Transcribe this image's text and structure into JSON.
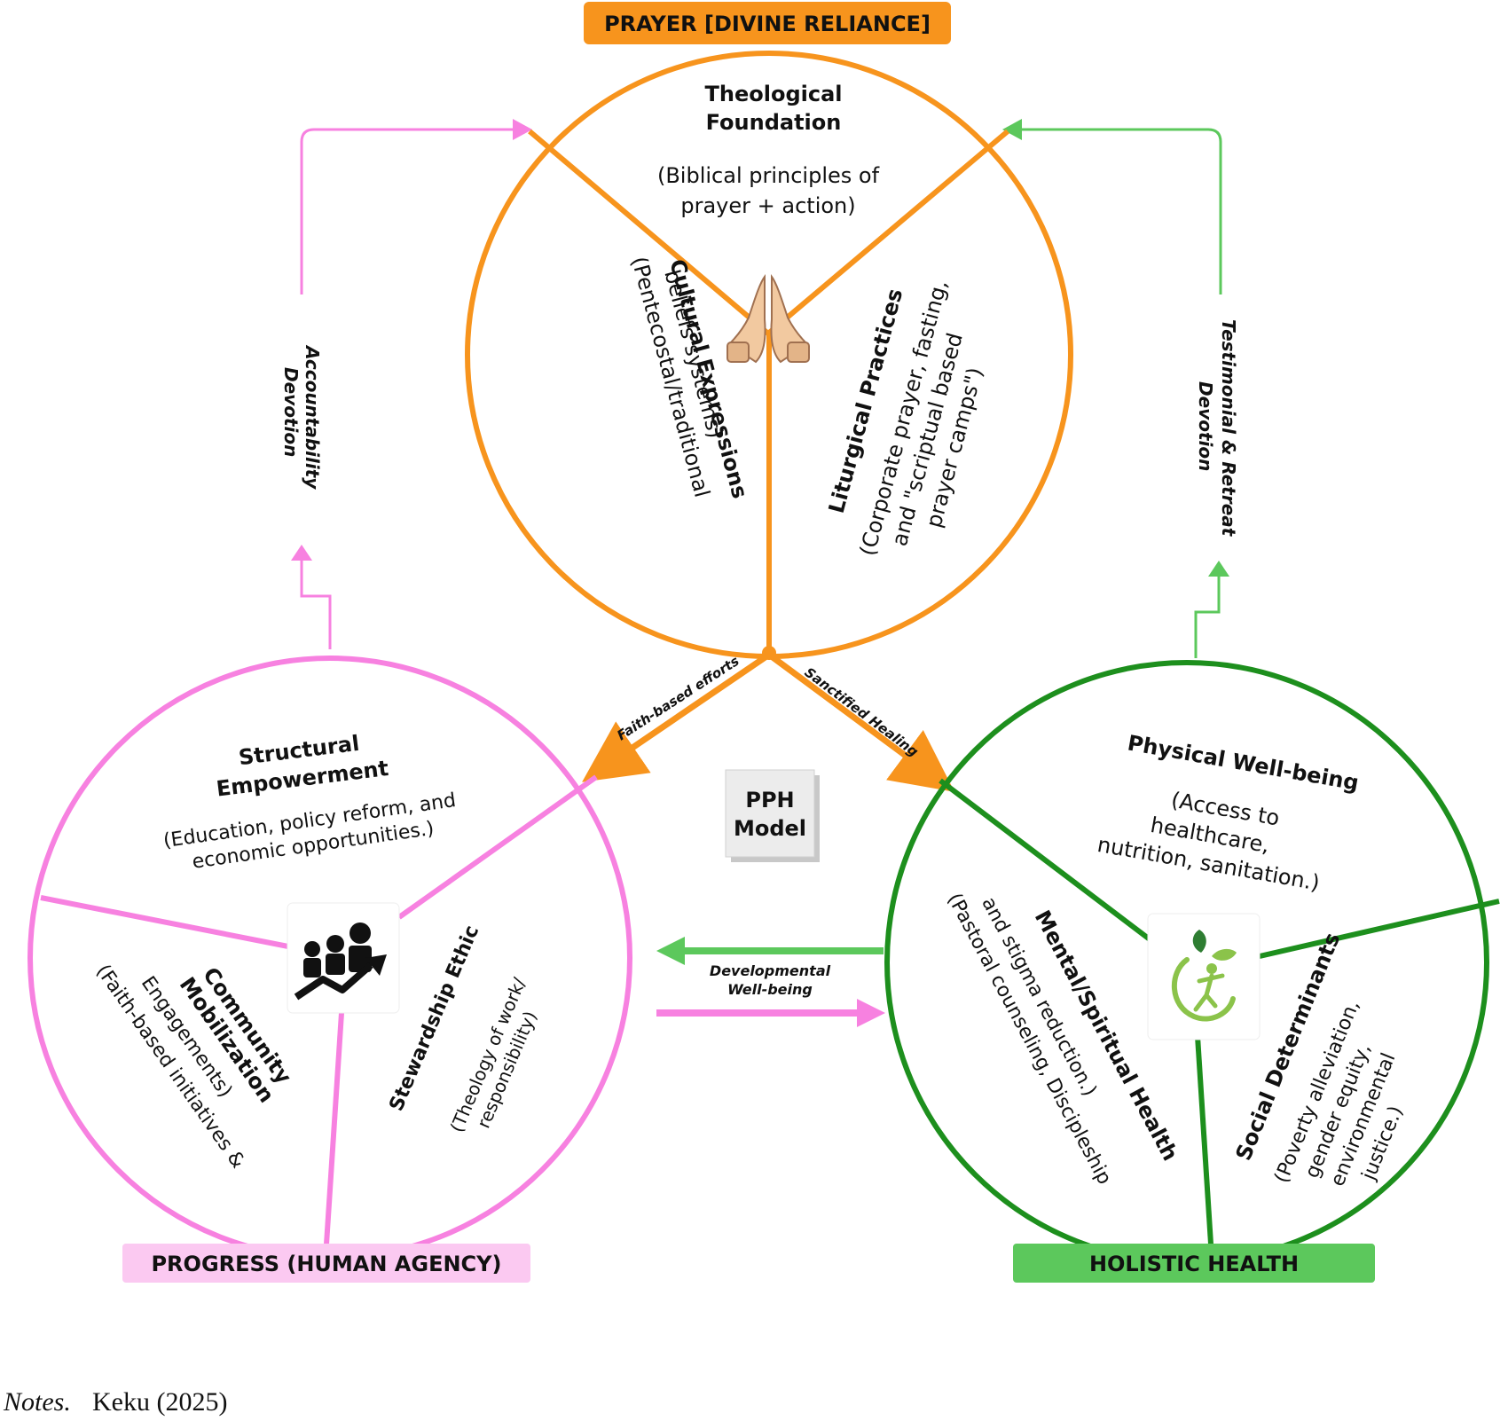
{
  "labels": {
    "prayer": "PRAYER [DIVINE RELIANCE]",
    "progress": "PROGRESS (HUMAN AGENCY)",
    "health": "HOLISTIC HEALTH"
  },
  "center": {
    "line1": "PPH",
    "line2": "Model"
  },
  "prayer_circle": {
    "theological_title_1": "Theological",
    "theological_title_2": "Foundation",
    "theological_desc_1": "(Biblical principles of",
    "theological_desc_2": "prayer + action)",
    "cultural_title": "Cultural Expressions",
    "cultural_desc_1": "(Pentecostal/traditional",
    "cultural_desc_2": "beliefs systems)",
    "liturgical_title": "Liturgical Practices",
    "liturgical_desc_1": "(Corporate prayer, fasting,",
    "liturgical_desc_2": "and \"scriptual based",
    "liturgical_desc_3": "prayer camps\")"
  },
  "progress_circle": {
    "structural_title_1": "Structural",
    "structural_title_2": "Empowerment",
    "structural_desc_1": "(Education, policy reform, and",
    "structural_desc_2": "economic opportunities.)",
    "community_title_1": "Community",
    "community_title_2": "Mobilization",
    "community_desc_1": "(Faith-based initiatives &",
    "community_desc_2": "Engagements)",
    "stewardship_title": "Stewardship Ethic",
    "stewardship_desc_1": "(Theology of work/",
    "stewardship_desc_2": "responsibility)"
  },
  "health_circle": {
    "physical_title": "Physical Well-being",
    "physical_desc_1": "(Access to",
    "physical_desc_2": "healthcare,",
    "physical_desc_3": "nutrition, sanitation.)",
    "mental_title": "Mental/Spiritual Health",
    "mental_desc_1": "(Pastoral counseling, Discipleship",
    "mental_desc_2": "and stigma reduction.)",
    "social_title": "Social Determinants",
    "social_desc_1": "(Poverty alleviation,",
    "social_desc_2": "gender equity,",
    "social_desc_3": "environmental",
    "social_desc_4": "justice.)"
  },
  "arrows": {
    "faith": "Faith-based efforts",
    "sanctified": "Sanctified Healing",
    "developmental_1": "Developmental",
    "developmental_2": "Well-being",
    "accountability_1": "Accountability",
    "accountability_2": "Devotion",
    "testimonial_1": "Testimonial & Retreat",
    "testimonial_2": "Devotion"
  },
  "notes": {
    "label": "Notes.",
    "text": "Keku (2025)"
  },
  "icons": [
    "praying-hands-icon",
    "community-growth-icon",
    "wellness-leaf-icon"
  ],
  "colors": {
    "orange": "#f7941d",
    "pink": "#f781e0",
    "green": "#1d8f1d",
    "light_green": "#5cc85c"
  }
}
